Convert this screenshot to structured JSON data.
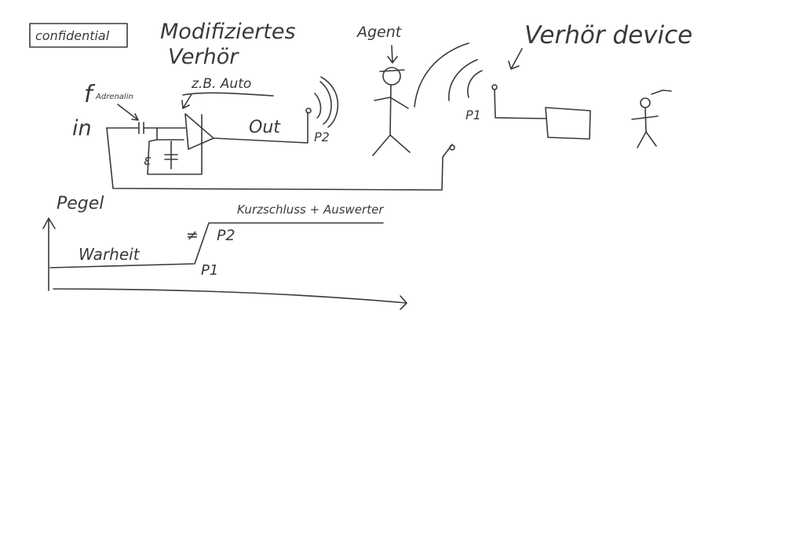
{
  "diagram": {
    "stamp": "confidential",
    "title_line1": "Modifiziertes",
    "title_line2": "Verhör",
    "agent_label": "Agent",
    "device_label": "Verhör device",
    "fc_label": "f",
    "fc_subscript": "Adrenalin",
    "example_label": "z.B. Auto",
    "input_label": "in",
    "output_label": "Out",
    "cap_label": "ε",
    "p2_label": "P2",
    "p1_label": "P1",
    "graph": {
      "y_label": "Pegel",
      "low_label": "Warheit",
      "high_label": "Kurzschluss + Auswerter",
      "p1": "P1",
      "p2": "P2",
      "neq": "≠"
    }
  }
}
